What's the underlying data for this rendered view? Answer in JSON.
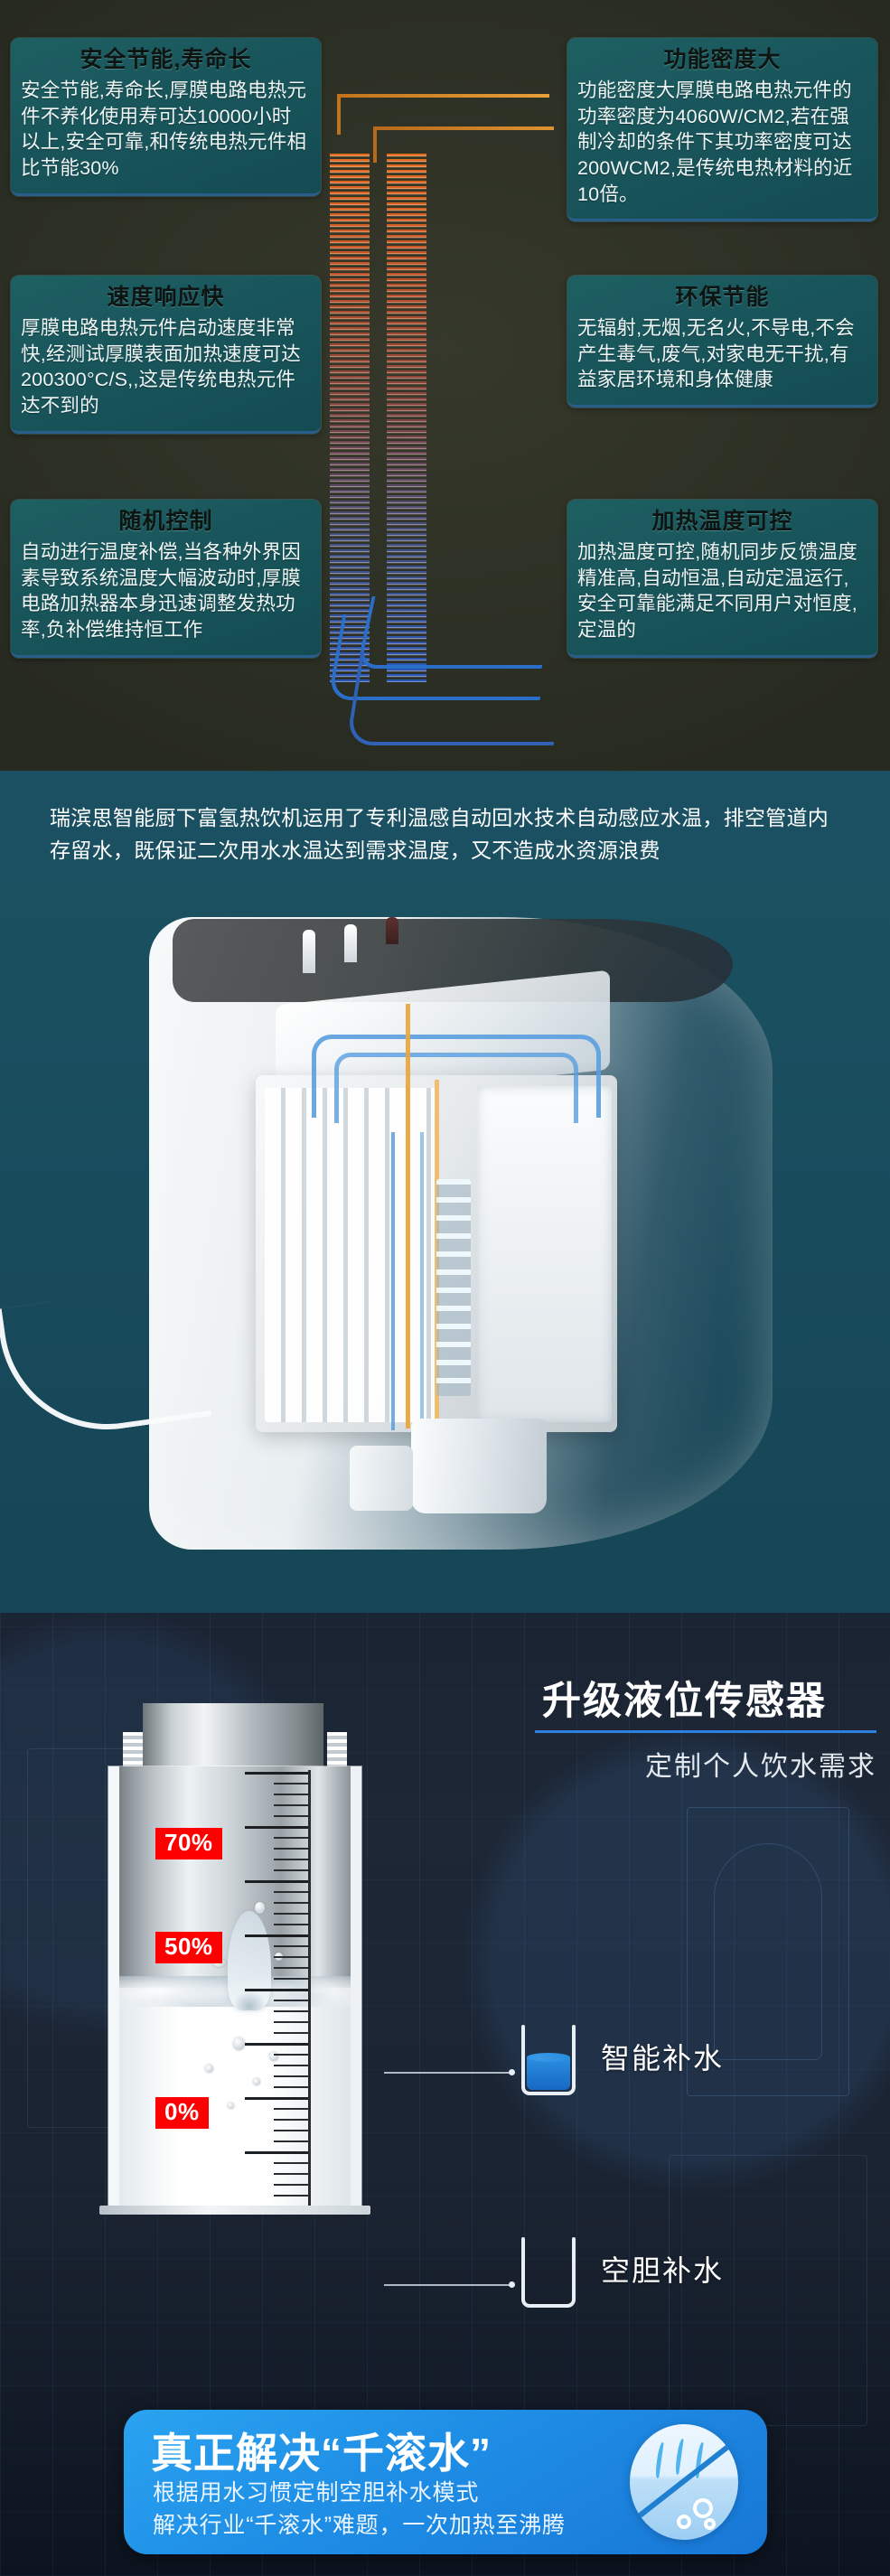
{
  "features_section": {
    "cards": [
      {
        "title": "安全节能,寿命长",
        "body": "安全节能,寿命长,厚膜电路电热元件不养化使用寿可达10000小时以上,安全可靠,和传统电热元件相比节能30%"
      },
      {
        "title": "功能密度大",
        "body": "功能密度大厚膜电路电热元件的功率密度为4060W/CM2,若在强制冷却的条件下其功率密度可达200WCM2,是传统电热材料的近10倍。"
      },
      {
        "title": "速度响应快",
        "body": "厚膜电路电热元件启动速度非常快,经测试厚膜表面加热速度可达200300°C/S,,这是传统电热元件达不到的"
      },
      {
        "title": "环保节能",
        "body": "无辐射,无烟,无名火,不导电,不会产生毒气,废气,对家电无干扰,有益家居环境和身体健康"
      },
      {
        "title": "随机控制",
        "body": "自动进行温度补偿,当各种外界因素导致系统温度大幅波动时,厚膜电路加热器本身迅速调整发热功率,负补偿维持恒工作"
      },
      {
        "title": "加热温度可控",
        "body": "加热温度可控,随机同步反馈温度精准高,自动恒温,自动定温运行,安全可靠能满足不同用户对恒度,定温的"
      }
    ]
  },
  "product_section": {
    "description": "瑞滨思智能厨下富氢热饮机运用了专利温感自动回水技术自动感应水温，排空管道内存留水，既保证二次用水水温达到需求温度，又不造成水资源浪费"
  },
  "level_section": {
    "title": "升级液位传感器",
    "subtitle": "定制个人饮水需求",
    "accent_color": "#2f7fe0",
    "gauge": {
      "marks": [
        {
          "label": "70%"
        },
        {
          "label": "50%"
        },
        {
          "label": "0%"
        }
      ],
      "mark_color": "#ff0000"
    },
    "callouts": [
      {
        "label": "智能补水",
        "icon": "cup-filled-icon"
      },
      {
        "label": "空胆补水",
        "icon": "cup-empty-icon"
      }
    ]
  },
  "banner": {
    "title": "真正解决“千滚水”",
    "line1": "根据用水习惯定制空胆补水模式",
    "line2": "解决行业“千滚水”难题，一次加热至沸腾",
    "icon": "no-boiling-water-icon",
    "background_color": "#1f8fe6"
  }
}
